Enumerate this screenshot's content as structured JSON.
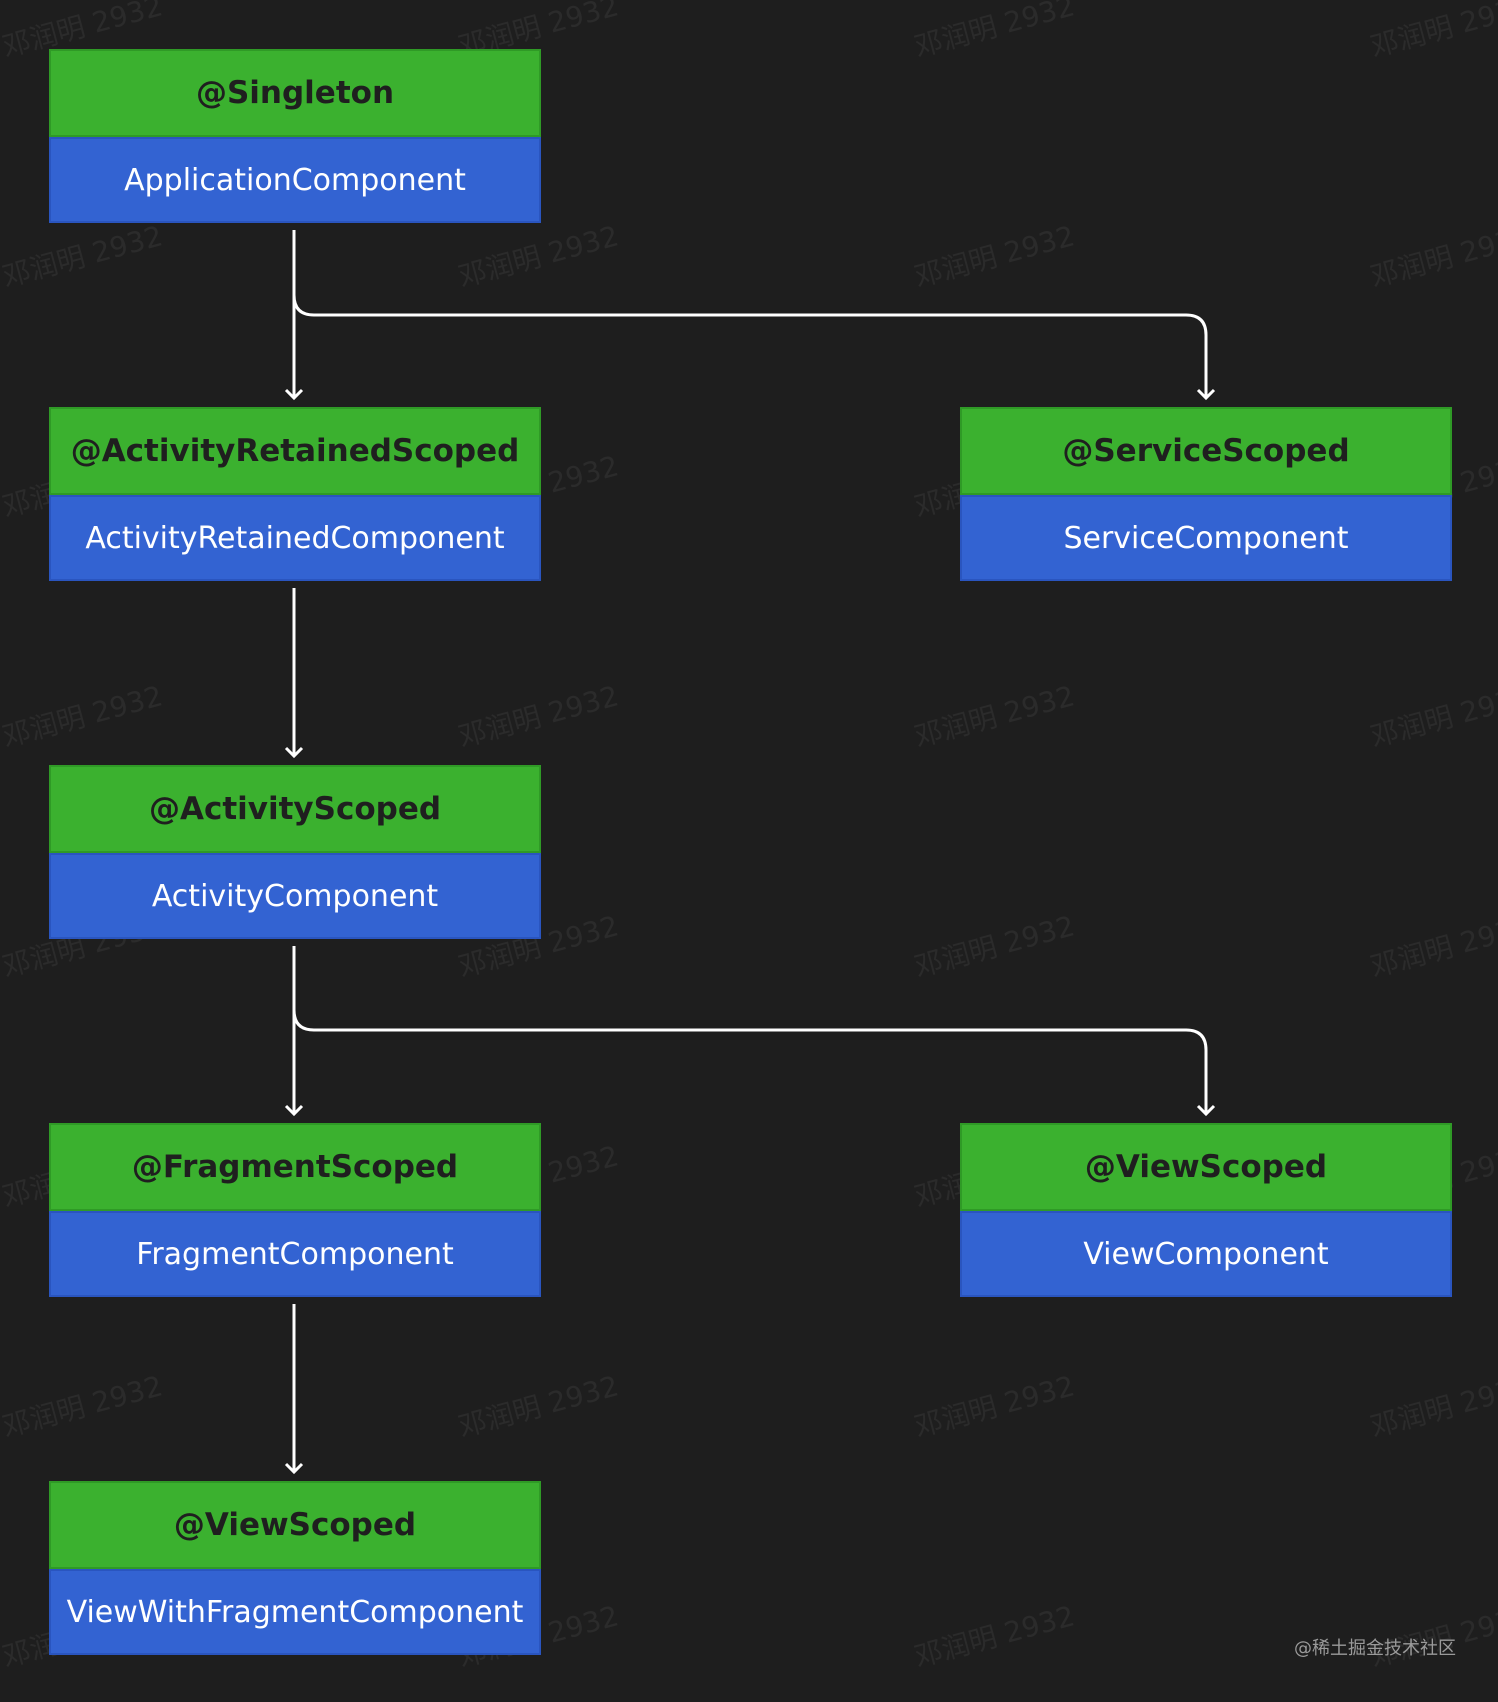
{
  "diagram": {
    "nodes": [
      {
        "id": "app",
        "scope": "@Singleton",
        "component": "ApplicationComponent"
      },
      {
        "id": "actret",
        "scope": "@ActivityRetainedScoped",
        "component": "ActivityRetainedComponent"
      },
      {
        "id": "service",
        "scope": "@ServiceScoped",
        "component": "ServiceComponent"
      },
      {
        "id": "activity",
        "scope": "@ActivityScoped",
        "component": "ActivityComponent"
      },
      {
        "id": "fragment",
        "scope": "@FragmentScoped",
        "component": "FragmentComponent"
      },
      {
        "id": "view",
        "scope": "@ViewScoped",
        "component": "ViewComponent"
      },
      {
        "id": "viewfrag",
        "scope": "@ViewScoped",
        "component": "ViewWithFragmentComponent"
      }
    ],
    "edges": [
      {
        "from": "app",
        "to": "actret"
      },
      {
        "from": "app",
        "to": "service"
      },
      {
        "from": "actret",
        "to": "activity"
      },
      {
        "from": "activity",
        "to": "fragment"
      },
      {
        "from": "activity",
        "to": "view"
      },
      {
        "from": "fragment",
        "to": "viewfrag"
      }
    ]
  },
  "watermark": "邓润明 2932",
  "credit": "@稀土掘金技术社区",
  "colors": {
    "background": "#1e1e1e",
    "scope_fill": "#3bb12f",
    "component_fill": "#3363d2",
    "edge": "#ffffff"
  }
}
